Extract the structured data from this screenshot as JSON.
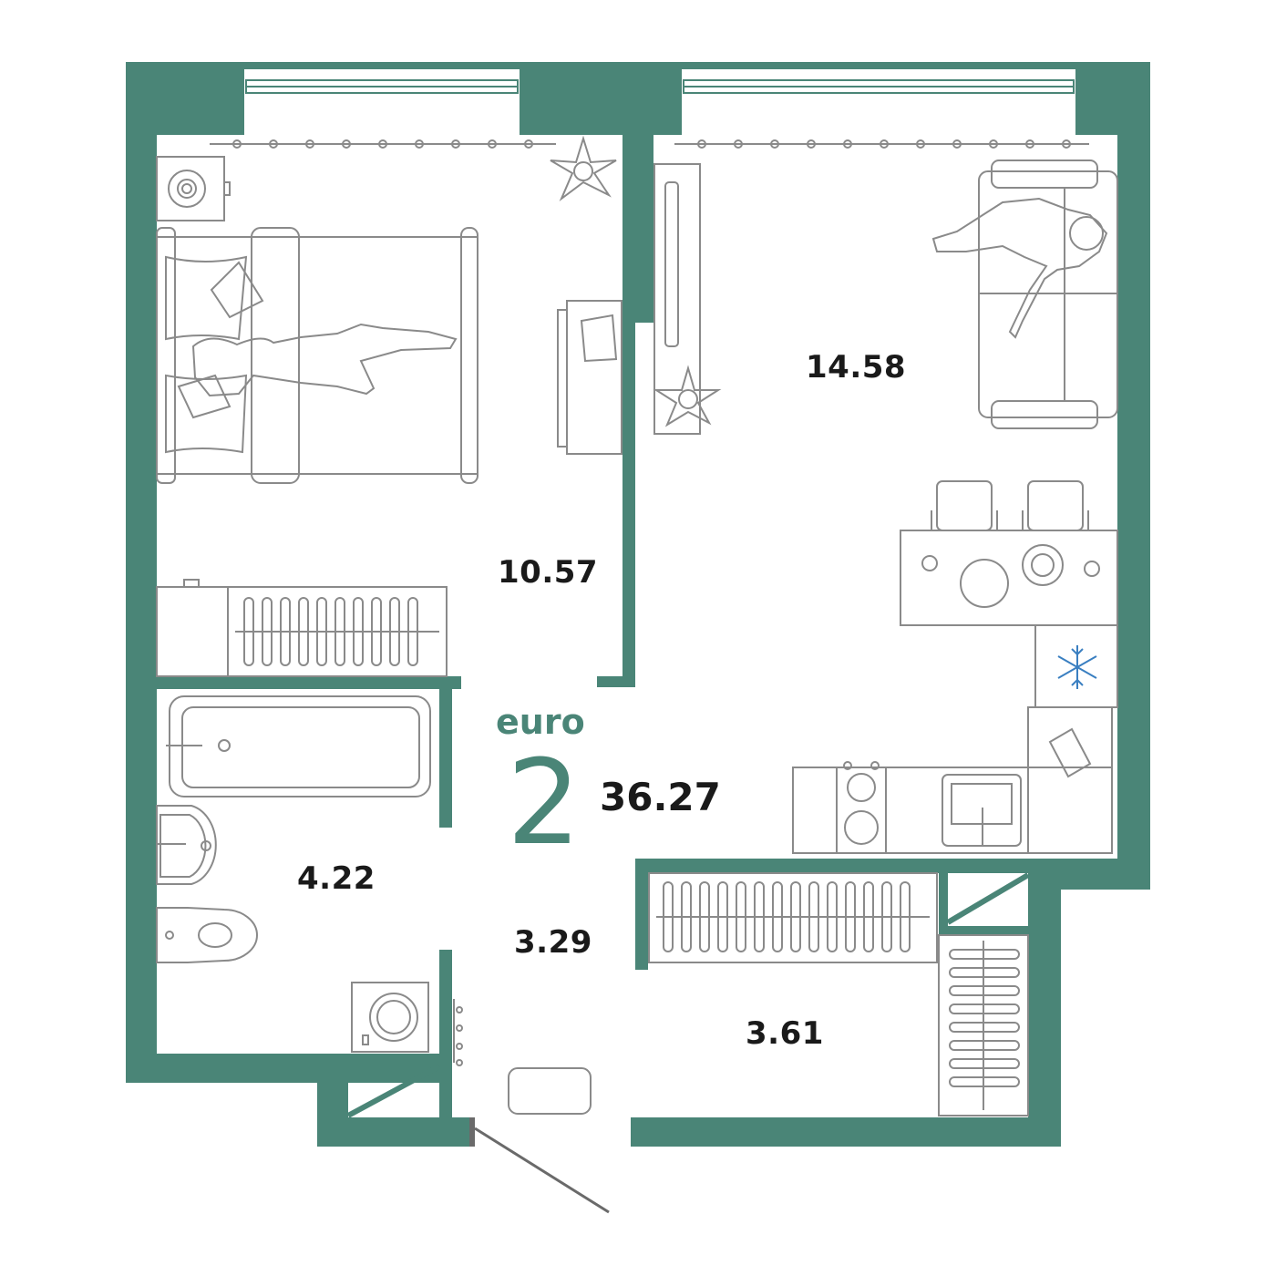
{
  "plan_type": {
    "prefix": "euro",
    "rooms": "2"
  },
  "total_area": "36.27",
  "rooms": {
    "bedroom": "10.57",
    "living_kitchen": "14.58",
    "bathroom": "4.22",
    "hallway": "3.29",
    "storage": "3.61"
  },
  "colors": {
    "wall": "#4a8577",
    "furniture_line": "#8a8a8a",
    "fridge_icon": "#3a7fc1",
    "text": "#1a1a1a"
  }
}
